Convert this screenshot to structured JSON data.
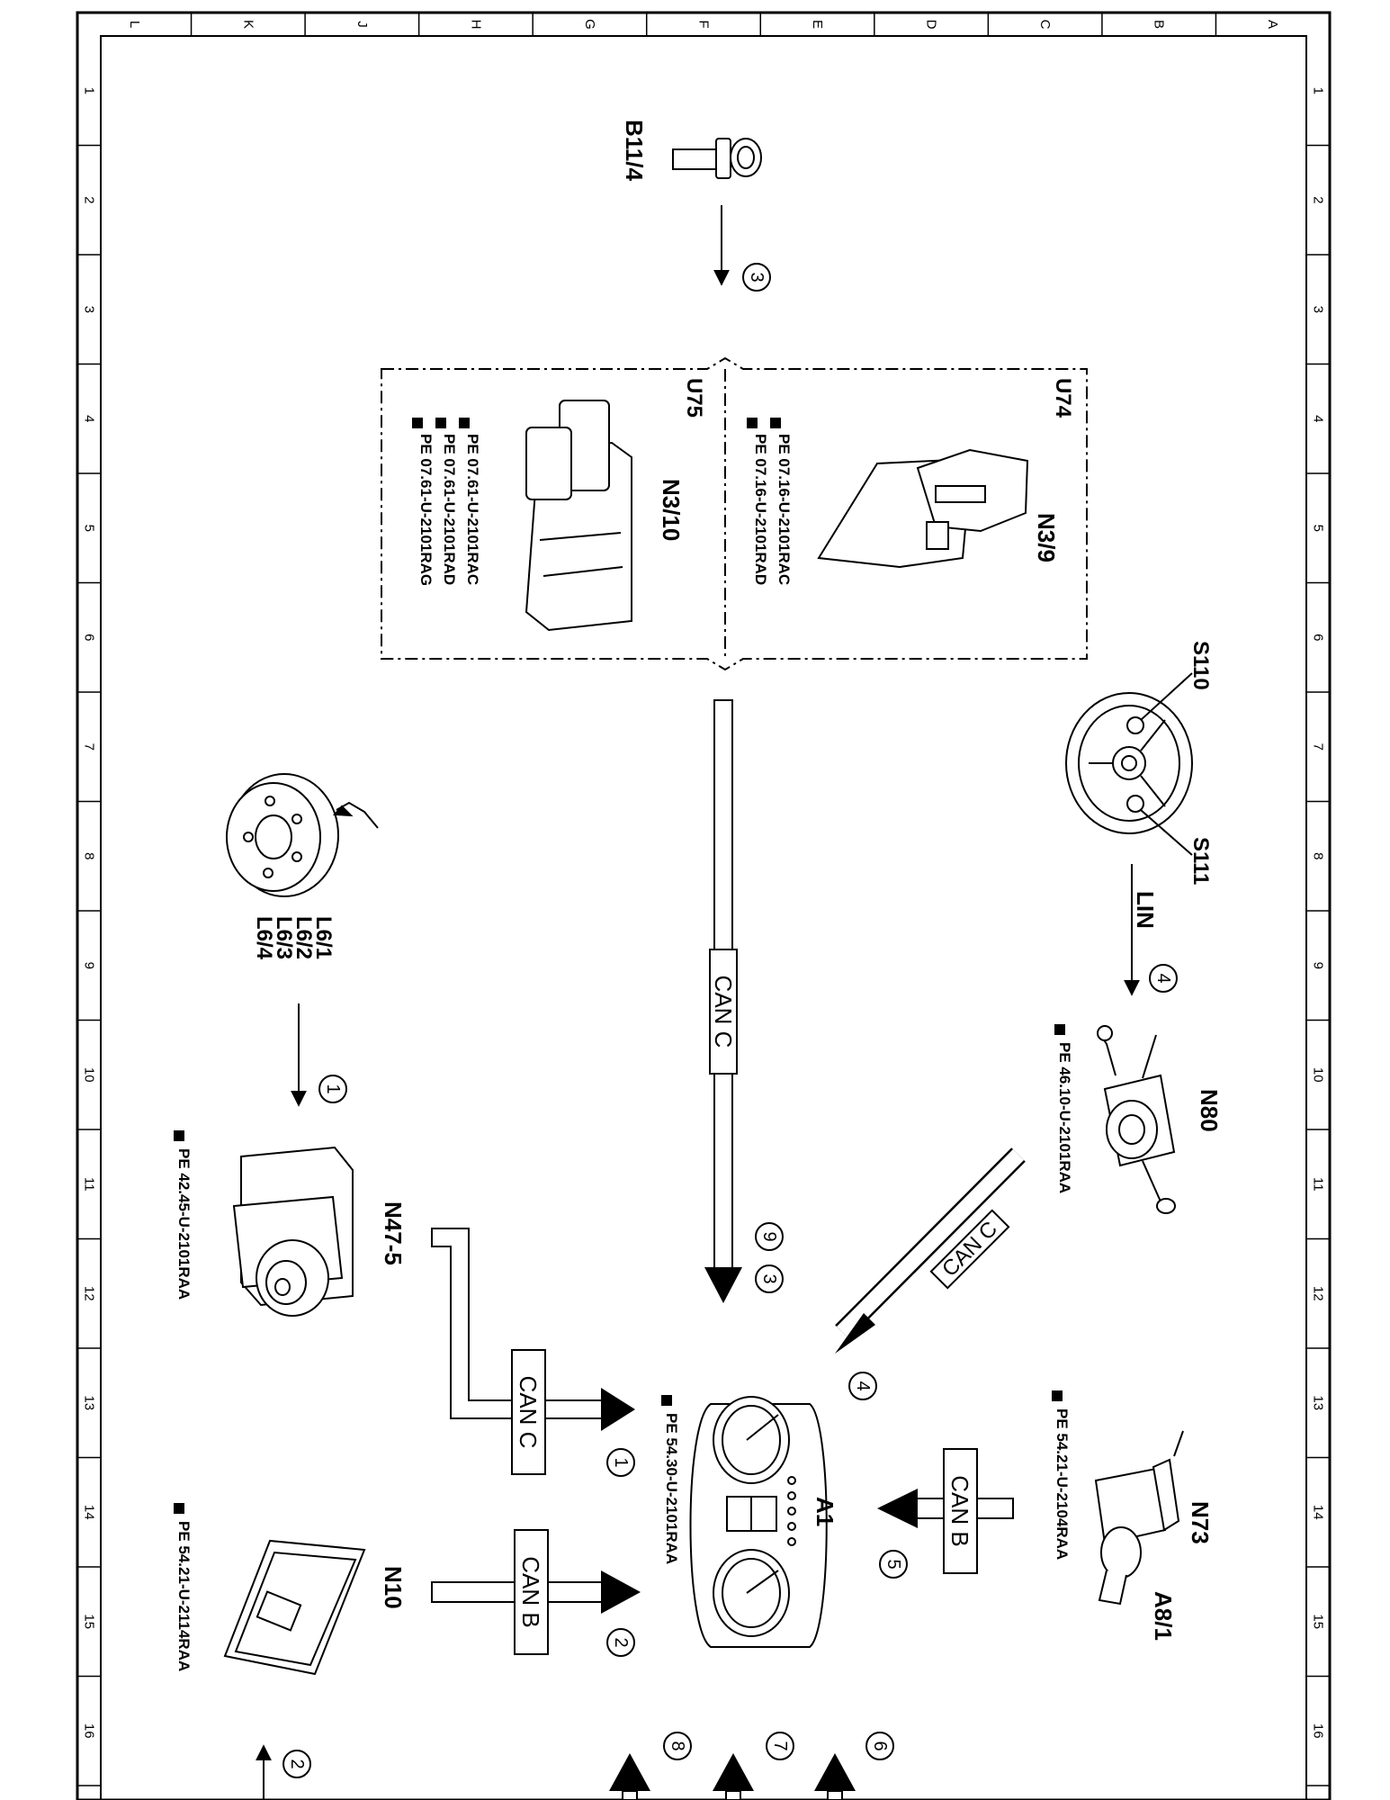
{
  "frame": {
    "top_letters": [
      "L",
      "K",
      "J",
      "H",
      "G",
      "F",
      "E",
      "D",
      "C",
      "B",
      "A"
    ],
    "side_numbers": [
      "1",
      "2",
      "3",
      "4",
      "5",
      "6",
      "7",
      "8",
      "9",
      "10",
      "11",
      "12",
      "13",
      "14",
      "15",
      "16"
    ]
  },
  "components": {
    "b11_4": "B11/4",
    "u74": "U74",
    "n3_9": "N3/9",
    "u75": "U75",
    "n3_10": "N3/10",
    "s110": "S110",
    "s111": "S111",
    "n80": "N80",
    "l6": [
      "L6/1",
      "L6/2",
      "L6/3",
      "L6/4"
    ],
    "n47_5": "N47-5",
    "a1": "A1",
    "n73": "N73",
    "a8_1": "A8/1",
    "n10": "N10"
  },
  "references": {
    "u74": [
      "PE  07.16-U-2101RAC",
      "PE  07.16-U-2101RAD"
    ],
    "u75": [
      "PE  07.61-U-2101RAC",
      "PE  07.61-U-2101RAD",
      "PE  07.61-U-2101RAG"
    ],
    "n80": "PE  46.10-U-2101RAA",
    "n47_5": "PE  42.45-U-2101RAA",
    "a1": "PE  54.30-U-2101RAA",
    "n73": "PE  54.21-U-2104RAA",
    "n10": "PE  54.21-U-2114RAA"
  },
  "buses": {
    "lin": "LIN",
    "can_c_main": "CAN C",
    "can_c_n80": "CAN C",
    "can_c_n47": "CAN C",
    "can_b_n73": "CAN B",
    "can_b_n10": "CAN B"
  },
  "markers": {
    "b11": "3",
    "lin": "4",
    "can_c_a": "9",
    "can_c_b": "3",
    "n80": "4",
    "l6": "1",
    "n47": "1",
    "n73": "5",
    "n10": "2",
    "bottom_a": "6",
    "bottom_b": "7",
    "bottom_c": "8",
    "bottom_d": "2"
  }
}
